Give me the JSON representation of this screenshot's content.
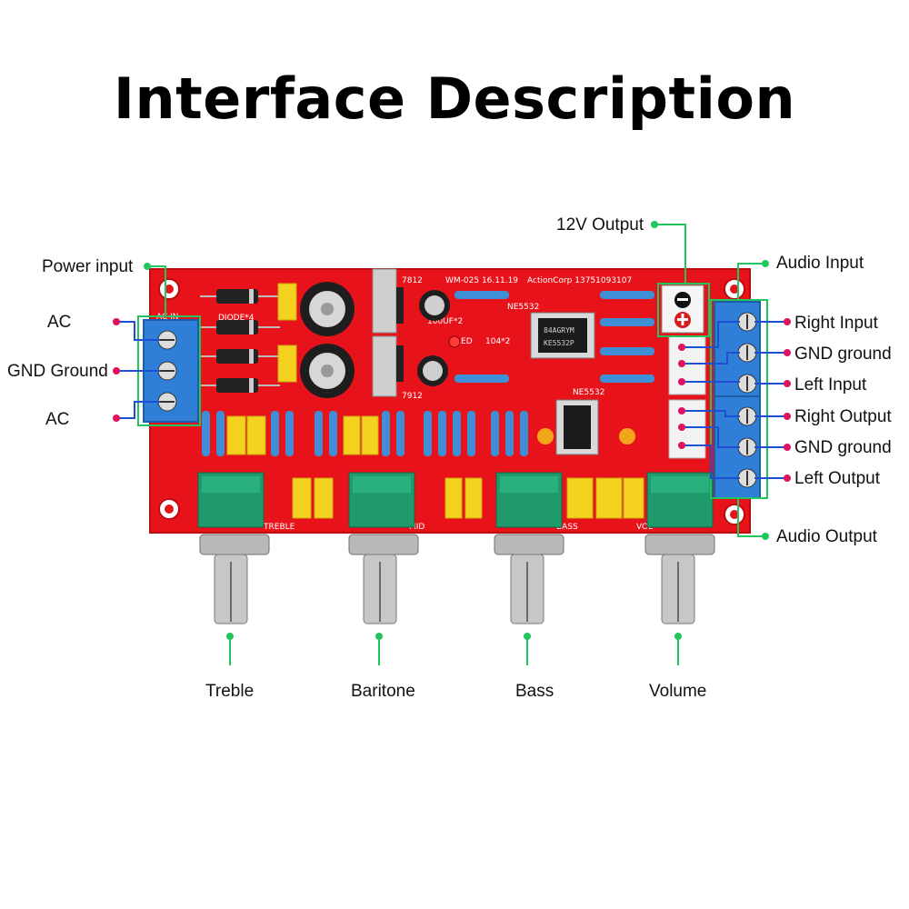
{
  "title": "Interface Description",
  "labels": {
    "power_input": "Power input",
    "ac_top": "AC",
    "gnd_ground_left": "GND Ground",
    "ac_bottom": "AC",
    "output_12v": "12V Output",
    "audio_input": "Audio Input",
    "right_input": "Right Input",
    "gnd_ground_in": "GND ground",
    "left_input": "Left Input",
    "right_output": "Right Output",
    "gnd_ground_out": "GND ground",
    "left_output": "Left Output",
    "audio_output": "Audio Output",
    "treble": "Treble",
    "baritone": "Baritone",
    "bass": "Bass",
    "volume": "Volume"
  },
  "board_text": {
    "model": "WM-025 16.11.19",
    "maker": "ActionCorp 13751093107",
    "ac_in": "AC IN",
    "diode": "DIODE*4",
    "reg_pos": "7812",
    "reg_neg": "7912",
    "cap_main": "100UF*2",
    "led": "LED",
    "cap_104": "104*2",
    "opamp_top": "NE5532",
    "opamp_bottom": "NE5532",
    "chip_marking_1": "KE5532P",
    "chip_marking_2": "84AGRYM",
    "treble": "TREBLE",
    "mid": "MID",
    "bass": "BASS",
    "vol": "VOL"
  },
  "colors": {
    "board": "#e8131a",
    "callout_green": "#22c55e",
    "callout_pink": "#e0115f",
    "terminal_blue": "#2f7fd8",
    "pot_green": "#1f9a6b"
  }
}
